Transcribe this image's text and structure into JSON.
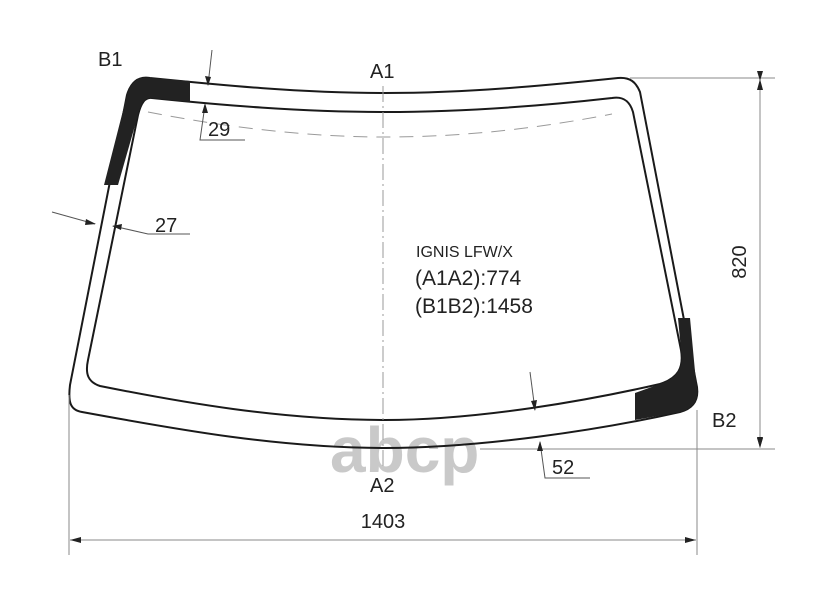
{
  "drawing": {
    "title": "IGNIS LFW/X",
    "dimensions": {
      "a1a2": "(A1A2):774",
      "b1b2": "(B1B2):1458",
      "width_total": "1403",
      "height_total": "820",
      "top_band": "29",
      "side_band": "27",
      "bottom_band": "52"
    },
    "points": {
      "a1": "A1",
      "a2": "A2",
      "b1": "B1",
      "b2": "B2"
    },
    "watermark": "abcp",
    "colors": {
      "outline": "#1a1a1a",
      "dim_line": "#8a8a8a",
      "dashed": "#9a9a9a",
      "fill_dark": "#222222",
      "watermark": "#c9c9c9"
    }
  }
}
